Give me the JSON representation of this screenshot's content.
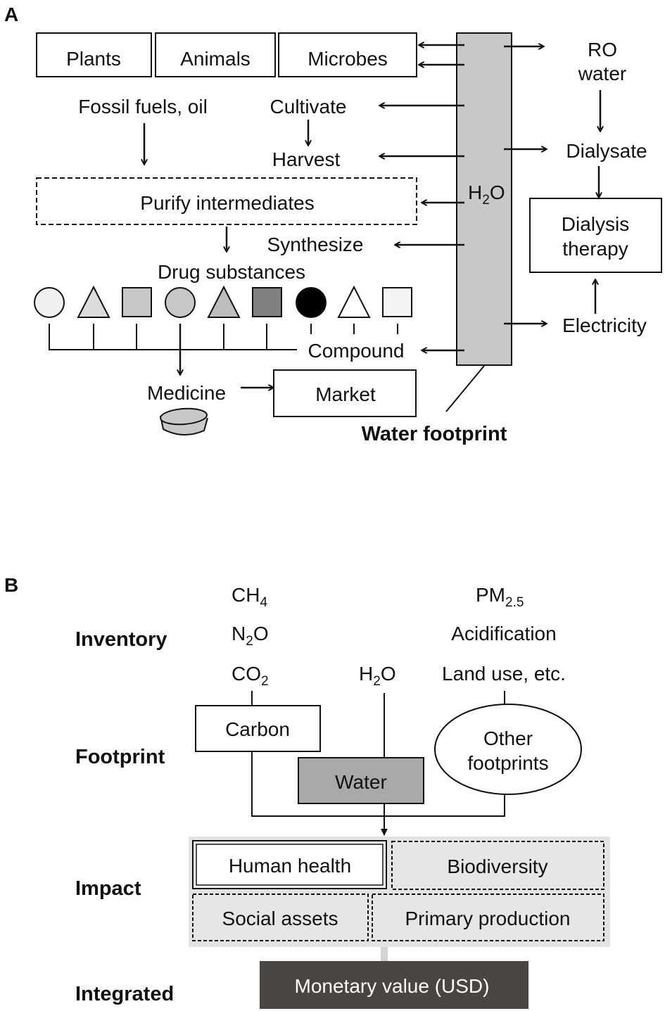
{
  "panel_a": {
    "label": "A",
    "organisms": [
      "Plants",
      "Animals",
      "Microbes"
    ],
    "fossil": "Fossil fuels, oil",
    "cultivate": "Cultivate",
    "harvest": "Harvest",
    "purify": "Purify intermediates",
    "synthesize": "Synthesize",
    "drug_substances": "Drug substances",
    "compound": "Compound",
    "medicine": "Medicine",
    "market": "Market",
    "h2o": {
      "base": "H",
      "sub": "2",
      "tail": "O"
    },
    "water_footprint": "Water footprint",
    "ro_water": [
      "RO",
      "water"
    ],
    "dialysate": "Dialysate",
    "dialysis": [
      "Dialysis",
      "therapy"
    ],
    "electricity": "Electricity"
  },
  "panel_b": {
    "label": "B",
    "rows": {
      "inventory": "Inventory",
      "footprint": "Footprint",
      "impact": "Impact",
      "integrated": "Integrated"
    },
    "ch4": {
      "base": "CH",
      "sub": "4"
    },
    "n2o": {
      "base": "N",
      "sub": "2",
      "tail": "O"
    },
    "co2": {
      "base": "CO",
      "sub": "2"
    },
    "h2o": {
      "base": "H",
      "sub": "2",
      "tail": "O"
    },
    "pm25": {
      "base": "PM",
      "sub": "2.5"
    },
    "acidification": "Acidification",
    "land_use": "Land use, etc.",
    "carbon": "Carbon",
    "water": "Water",
    "other": [
      "Other",
      "footprints"
    ],
    "human_health": "Human health",
    "biodiversity": "Biodiversity",
    "social_assets": "Social assets",
    "primary_production": "Primary production",
    "monetary": "Monetary value (USD)"
  },
  "colors": {
    "water_column": "#c8c8c8",
    "water_box": "#a9a9a9",
    "impact_bg": "#e3e3e3",
    "impact_box": "#e6e6e6",
    "monetary_bg": "#4a4542"
  }
}
